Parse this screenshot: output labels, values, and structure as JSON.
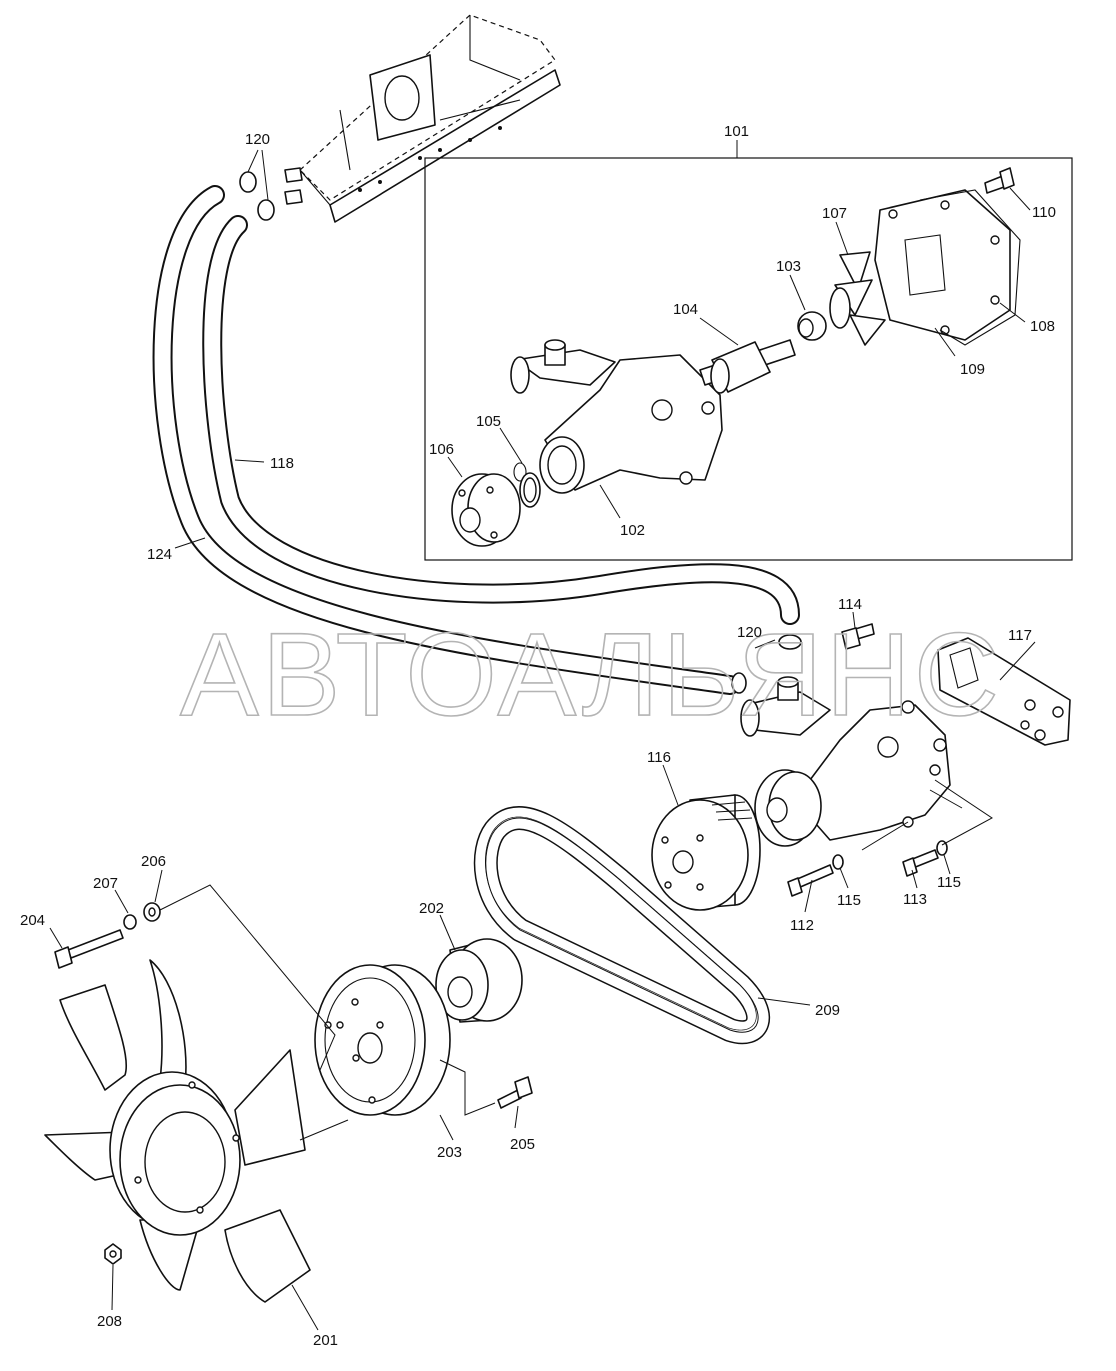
{
  "watermark": "АВТОАЛЬЯНС",
  "callouts": {
    "c101": "101",
    "c102": "102",
    "c103": "103",
    "c104": "104",
    "c105": "105",
    "c106": "106",
    "c107": "107",
    "c108": "108",
    "c109": "109",
    "c110": "110",
    "c112": "112",
    "c113": "113",
    "c114": "114",
    "c115a": "115",
    "c115b": "115",
    "c116": "116",
    "c117": "117",
    "c118": "118",
    "c120a": "120",
    "c120b": "120",
    "c124": "124",
    "c201": "201",
    "c202": "202",
    "c203": "203",
    "c204": "204",
    "c205": "205",
    "c206": "206",
    "c207": "207",
    "c208": "208",
    "c209": "209"
  }
}
